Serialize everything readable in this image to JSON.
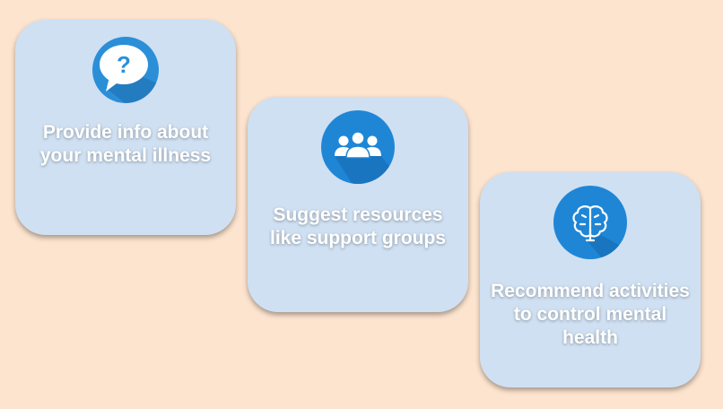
{
  "cards": [
    {
      "text": "Provide info about your mental illness",
      "icon": "question-speech-bubble-icon"
    },
    {
      "text": "Suggest resources like support groups",
      "icon": "group-people-icon"
    },
    {
      "text": "Recommend activities to control mental health",
      "icon": "brain-icon"
    }
  ],
  "colors": {
    "background": "#fde4cf",
    "card": "#cfe0f2",
    "icon_blue": "#1f86d6",
    "text": "#ffffff"
  }
}
